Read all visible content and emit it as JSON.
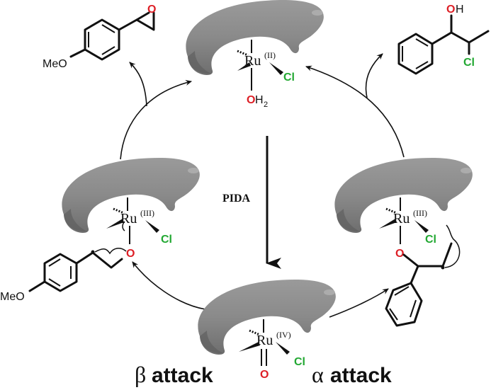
{
  "diagram": {
    "center_reagent": "PIDA",
    "labels": {
      "beta": "β",
      "beta_text": "attack",
      "alpha": "α",
      "alpha_text": "attack"
    },
    "colors": {
      "oxygen": "#dd1f26",
      "chlorine": "#22a832",
      "ligand": "#8c8c8c"
    },
    "complexes": [
      {
        "id": "top",
        "metal": "Ru",
        "ox_state": "(II)",
        "ligand_x": "Cl",
        "axial": "O",
        "axial_suffix": "H",
        "axial_sub": "2"
      },
      {
        "id": "left",
        "metal": "Ru",
        "ox_state": "(III)",
        "ligand_x": "Cl",
        "axial": "O"
      },
      {
        "id": "right",
        "metal": "Ru",
        "ox_state": "(III)",
        "ligand_x": "Cl",
        "axial": "O"
      },
      {
        "id": "bottom",
        "metal": "Ru",
        "ox_state": "(IV)",
        "ligand_x": "Cl",
        "axial": "O"
      }
    ],
    "products": {
      "epoxide": {
        "substituent": "MeO",
        "hetero": "O"
      },
      "chlorohydrin": {
        "oh_o": "O",
        "oh_h": "H",
        "cl": "Cl"
      }
    },
    "intermediates": {
      "beta": {
        "substituent": "MeO"
      }
    }
  }
}
